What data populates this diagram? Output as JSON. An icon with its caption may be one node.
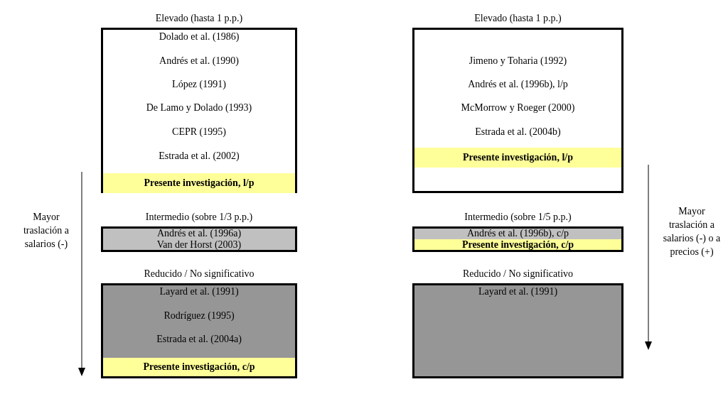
{
  "diagram": {
    "nodes": [
      {
        "text": [
          "Elevado (hasta 1 p.p.)",
          "Dolado et al. (1986)",
          "Andrés et al. (1990)",
          "López (1991)",
          "De Lamo y Dolado (1993)",
          "CEPR (1995)",
          "Estrada et al. (2002)"
        ]
      },
      {
        "text": [
          "Presente investigación, l/p"
        ],
        "in": 0
      },
      {
        "text": [
          "Elevado (hasta 1 p.p.)",
          "Jimeno y Toharia (1992)",
          "Andrés et al. (1996b), l/p",
          "McMorrow y Roeger (2000)",
          "Estrada et al. (2004b)"
        ]
      },
      {
        "text": [
          "Presente investigación, l/p"
        ],
        "in": 2
      },
      {
        "text": [
          "Intermedio (sobre 1/3 p.p.)",
          "Andrés et al. (1996a)",
          "Van der Horst (2003)"
        ]
      },
      {
        "text": [
          "Intermedio (sobre 1/5 p.p.)",
          "Andrés et al. (1996b), c/p"
        ]
      },
      {
        "text": [
          "Presente investigación, c/p"
        ],
        "in": 5
      },
      {
        "text": [
          "Reducido / No significativo",
          "Layard et al. (1991)",
          "Rodríguez (1995)",
          "Estrada et al. (2004a)"
        ]
      },
      {
        "text": [
          "Presente investigación, c/p"
        ],
        "in": 7
      },
      {
        "text": [
          "Reducido / No significativo",
          "Layard et al. (1991)"
        ]
      }
    ],
    "edges": [],
    "labels": [
      "Mayor traslación a salarios (-)",
      "Mayor traslación a salarios (-) o a precios (+)"
    ]
  }
}
